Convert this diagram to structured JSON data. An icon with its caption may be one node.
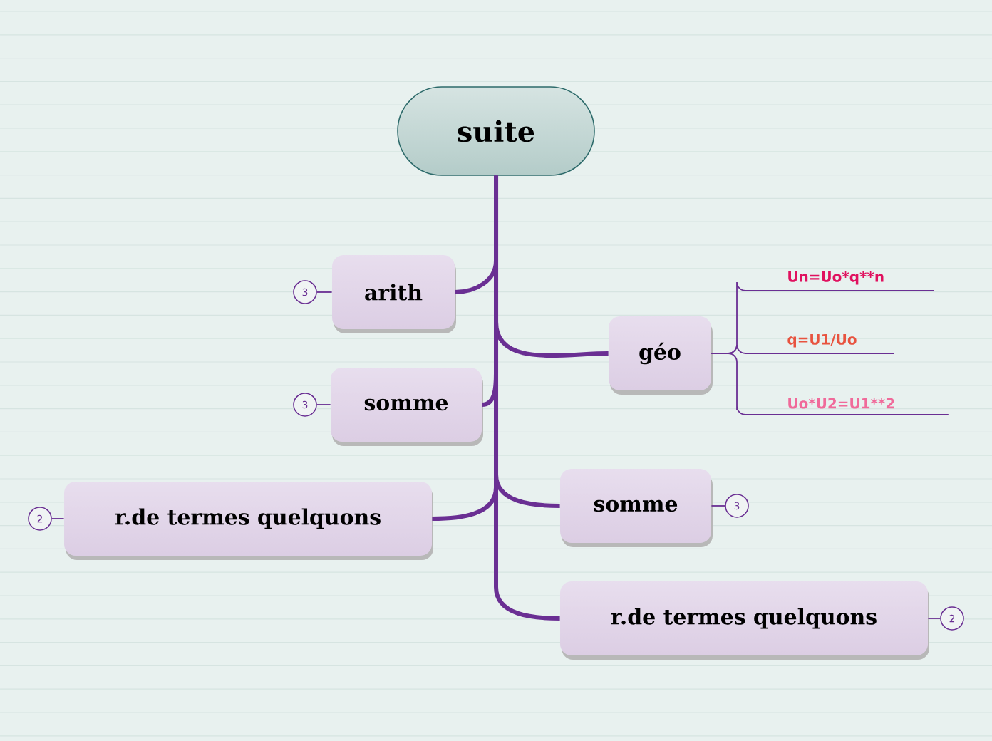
{
  "diagram": {
    "nodes": [
      {
        "text": [
          "suite"
        ]
      },
      {
        "text": [
          "arith"
        ]
      },
      {
        "text": [
          "géo"
        ]
      },
      {
        "text": [
          "somme"
        ]
      },
      {
        "text": [
          "r.de termes quelquons"
        ]
      },
      {
        "text": [
          "somme"
        ]
      },
      {
        "text": [
          "r.de termes quelquons"
        ]
      },
      {
        "text": [
          "Un=Uo*q**n"
        ]
      },
      {
        "text": [
          "q=U1/Uo"
        ]
      },
      {
        "text": [
          "Uo*U2=U1**2"
        ]
      },
      {
        "text": [
          "3"
        ]
      },
      {
        "text": [
          "3"
        ]
      },
      {
        "text": [
          "2"
        ]
      },
      {
        "text": [
          "3"
        ]
      },
      {
        "text": [
          "2"
        ]
      }
    ],
    "edges": [
      {
        "from": 0,
        "to": 1,
        "arrow": "none",
        "style": "thick"
      },
      {
        "from": 0,
        "to": 2,
        "arrow": "none",
        "style": "thick"
      },
      {
        "from": 0,
        "to": 3,
        "arrow": "none",
        "style": "thick"
      },
      {
        "from": 0,
        "to": 4,
        "arrow": "none",
        "style": "thick"
      },
      {
        "from": 0,
        "to": 5,
        "arrow": "none",
        "style": "thick"
      },
      {
        "from": 0,
        "to": 6,
        "arrow": "none",
        "style": "thick"
      },
      {
        "from": 2,
        "to": 7,
        "arrow": "none"
      },
      {
        "from": 2,
        "to": 8,
        "arrow": "none"
      },
      {
        "from": 2,
        "to": 9,
        "arrow": "none"
      },
      {
        "from": 1,
        "to": 10,
        "arrow": "none"
      },
      {
        "from": 3,
        "to": 11,
        "arrow": "none"
      },
      {
        "from": 4,
        "to": 12,
        "arrow": "none"
      },
      {
        "from": 5,
        "to": 13,
        "arrow": "none"
      },
      {
        "from": 6,
        "to": 14,
        "arrow": "none"
      }
    ]
  }
}
